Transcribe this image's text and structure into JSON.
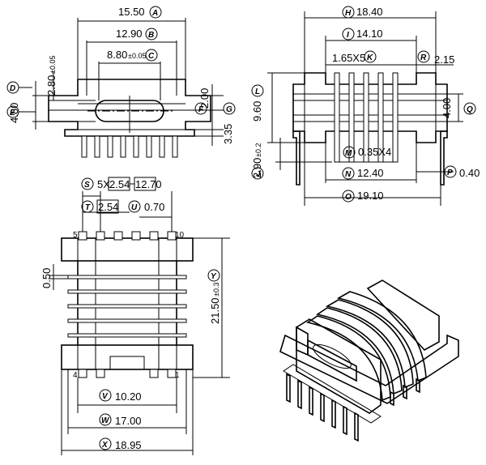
{
  "dimensions": {
    "A": {
      "value": "15.50"
    },
    "B": {
      "value": "12.90"
    },
    "C": {
      "value": "8.80",
      "tol": "±0.05"
    },
    "D": {
      "value": "2.80",
      "tol": "±0.05"
    },
    "E": {
      "value": "4.80"
    },
    "F": {
      "value": "2.00"
    },
    "G": {
      "value": "3.35"
    },
    "H": {
      "value": "18.40"
    },
    "I": {
      "value": "14.10"
    },
    "K": {
      "value": "1.65X5"
    },
    "R": {
      "value": "2.15"
    },
    "L": {
      "value": "9.60"
    },
    "Q": {
      "value": "4.00"
    },
    "J": {
      "value": "2.90",
      "tol": "±0.2"
    },
    "M": {
      "value": "0.35X4"
    },
    "N": {
      "value": "12.40"
    },
    "P": {
      "value": "0.40"
    },
    "O": {
      "value": "19.10"
    },
    "S": {
      "prefix": "5X",
      "value": "2.54",
      "value2": "12.70"
    },
    "T": {
      "value": "2.54"
    },
    "U": {
      "value": "0.70"
    },
    "Y": {
      "value": "21.50",
      "tol": "±0.3"
    },
    "V": {
      "value": "10.20"
    },
    "W": {
      "value": "17.00"
    },
    "X": {
      "value": "18.95"
    },
    "slot": {
      "value": "0.50"
    }
  },
  "pins": {
    "left_top": "5",
    "right_top": "10",
    "left_bottom": "4",
    "right_bottom": "1"
  }
}
